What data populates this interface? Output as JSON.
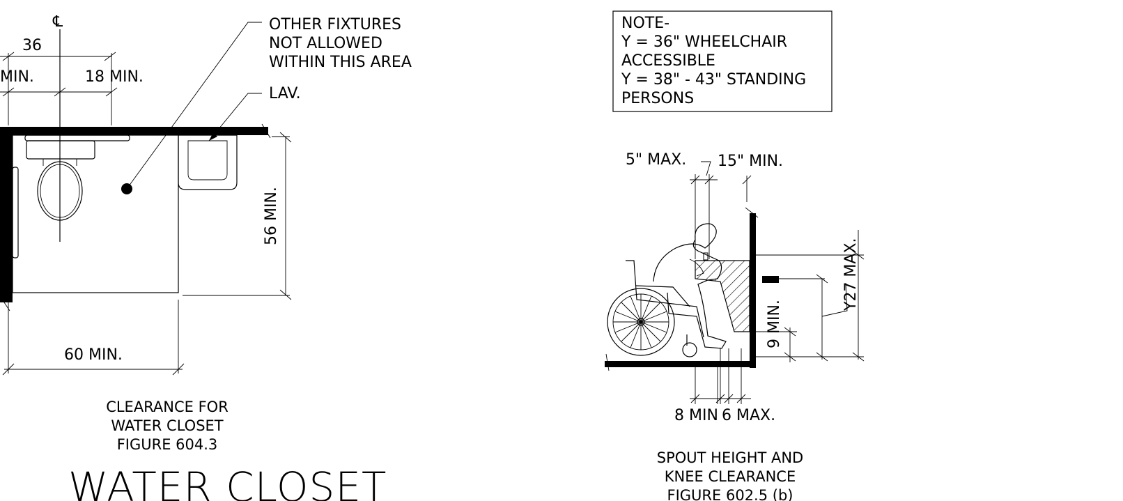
{
  "water_closet": {
    "centerline_symbol": "℄",
    "dim_36": "36",
    "dim_min_left": "MIN.",
    "dim_18_min": "18 MIN.",
    "dim_56_min": "56 MIN.",
    "dim_60_min": "60 MIN.",
    "callout_other_fixtures": [
      "OTHER FIXTURES",
      "NOT ALLOWED",
      "WITHIN THIS AREA"
    ],
    "callout_lav": "LAV.",
    "caption": [
      "CLEARANCE FOR",
      "WATER CLOSET",
      "FIGURE 604.3"
    ],
    "heading": "WATER CLOSET"
  },
  "drinking_fountain": {
    "note": [
      "NOTE-",
      "Y = 36\" WHEELCHAIR",
      "ACCESSIBLE",
      "Y = 38\" - 43\" STANDING",
      "PERSONS"
    ],
    "dim_5_max": "5\" MAX.",
    "dim_15_min": "15\" MIN.",
    "dim_y27_max": "Y27 MAX.",
    "dim_9_min": "9 MIN.",
    "dim_8_min": "8 MIN",
    "dim_6_max": "6 MAX.",
    "caption": [
      "SPOUT HEIGHT AND",
      "KNEE CLEARANCE",
      "FIGURE 602.5 (b)"
    ]
  }
}
